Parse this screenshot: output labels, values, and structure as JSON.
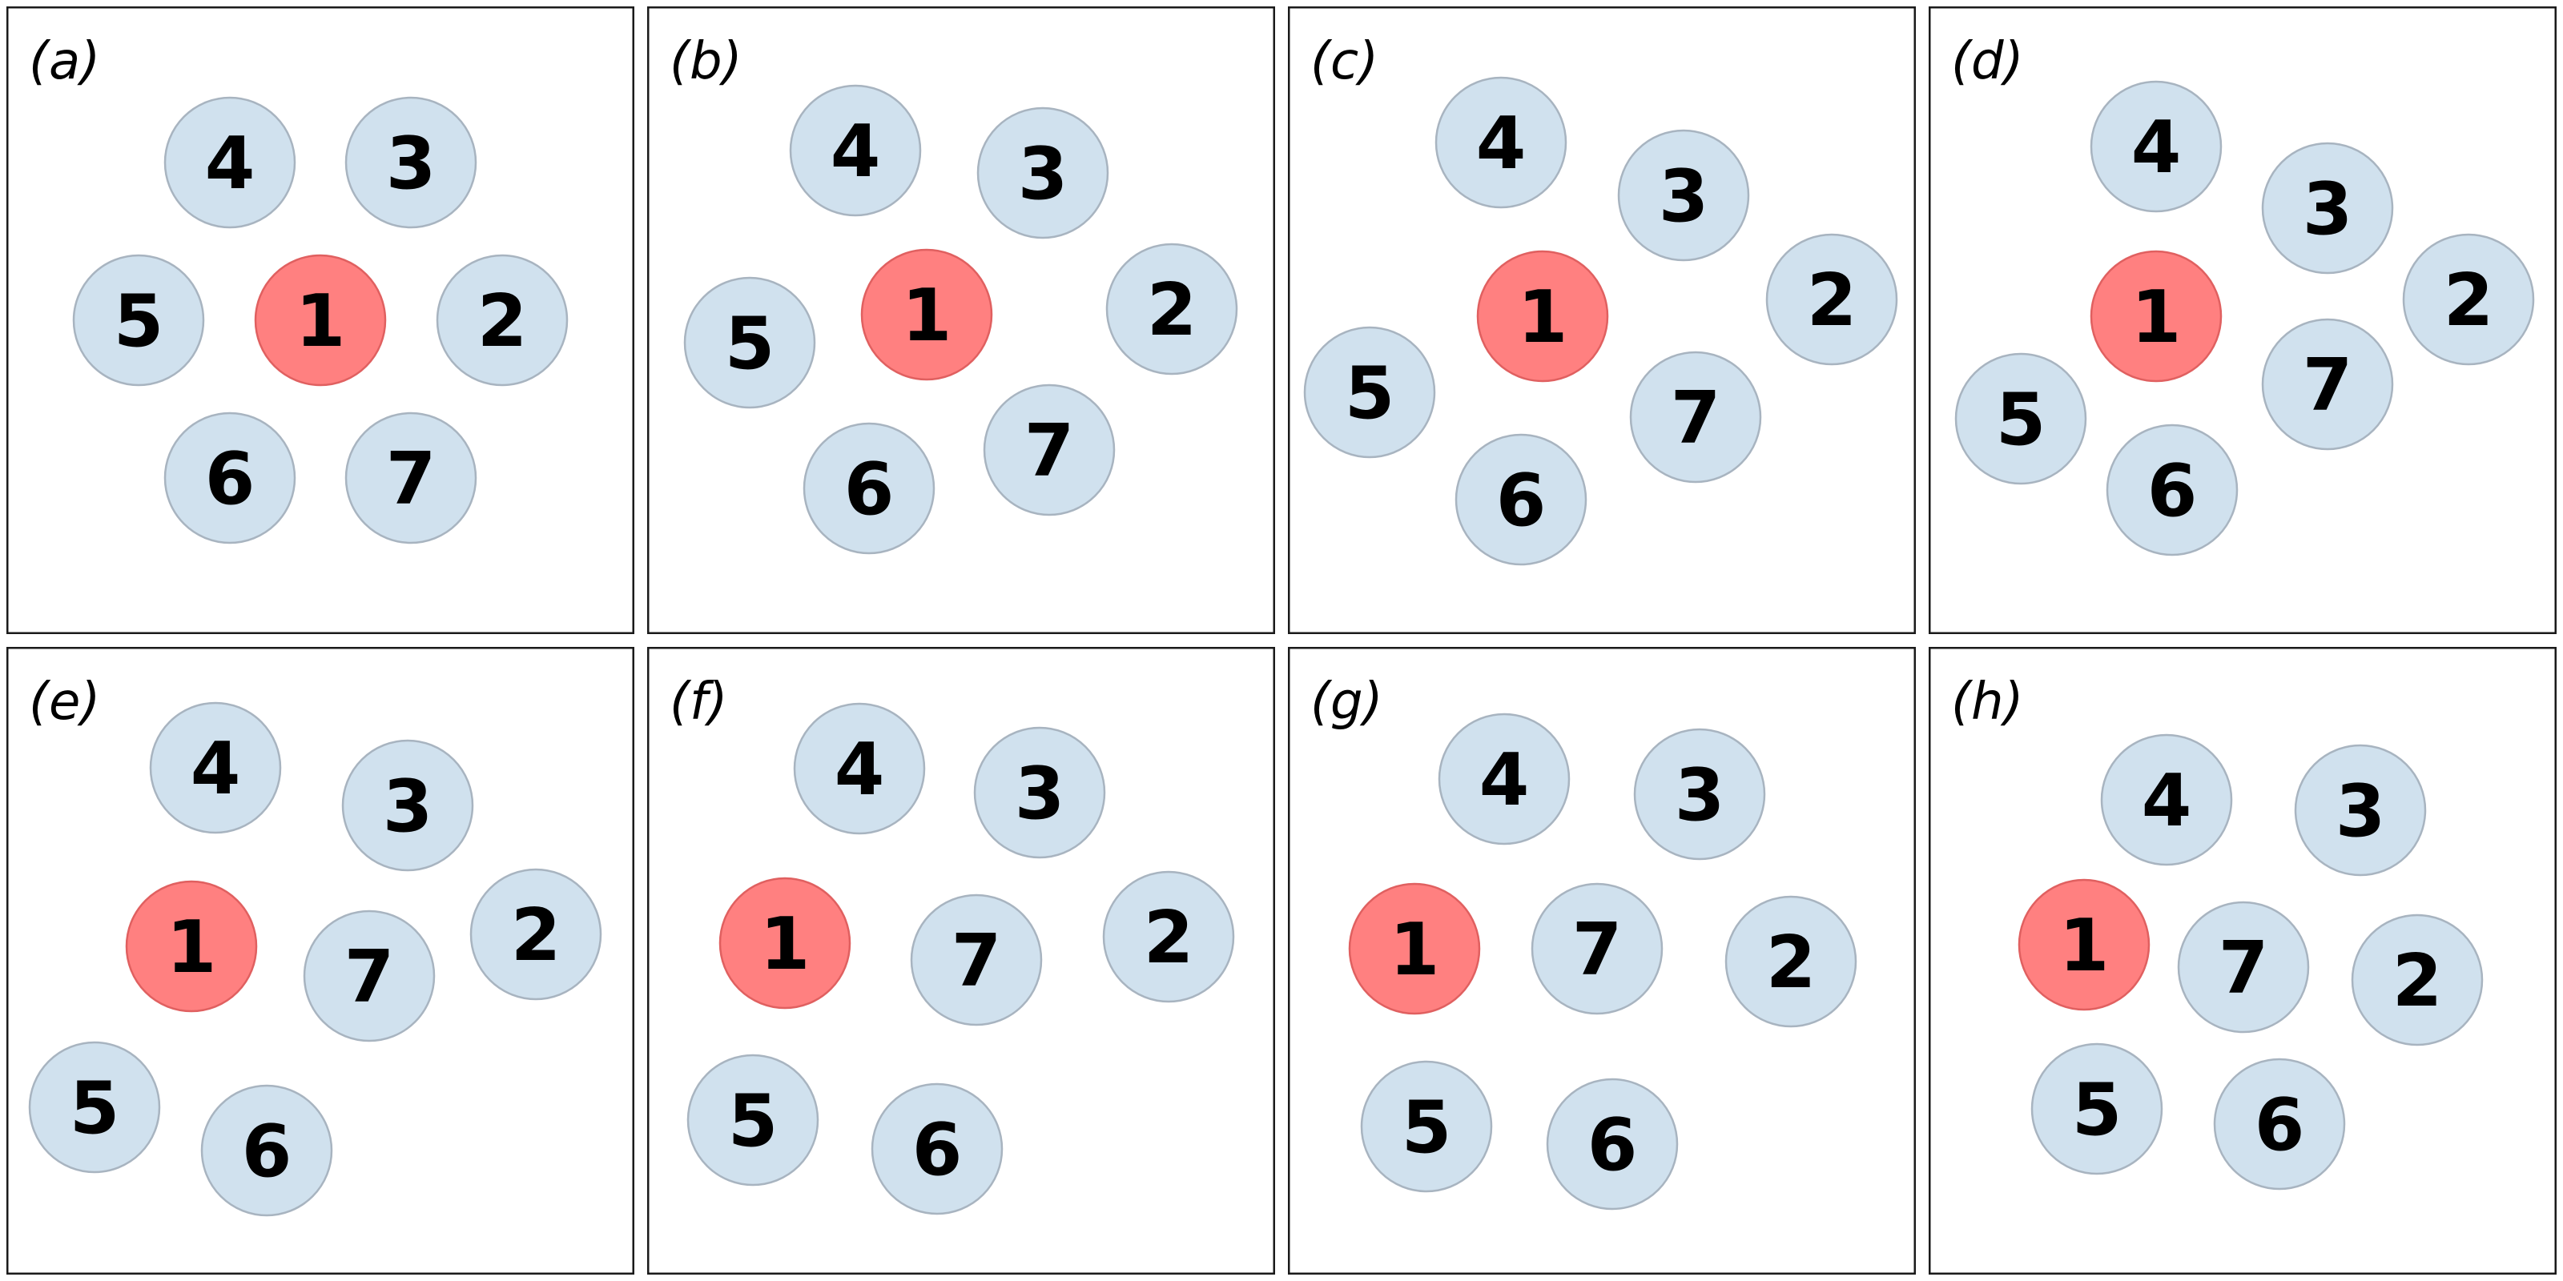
{
  "colors": {
    "highlight_fill": "#ff8080",
    "highlight_stroke": "#e06060",
    "normal_fill": "#d0e1ee",
    "normal_stroke": "#a8b4c0",
    "frame_stroke": "#1a1a1a"
  },
  "highlighted_disk": "1",
  "panels": [
    {
      "label": "(a)",
      "disks": [
        {
          "label": "1"
        },
        {
          "label": "2"
        },
        {
          "label": "3"
        },
        {
          "label": "4"
        },
        {
          "label": "5"
        },
        {
          "label": "6"
        },
        {
          "label": "7"
        }
      ]
    },
    {
      "label": "(b)",
      "disks": [
        {
          "label": "1"
        },
        {
          "label": "2"
        },
        {
          "label": "3"
        },
        {
          "label": "4"
        },
        {
          "label": "5"
        },
        {
          "label": "6"
        },
        {
          "label": "7"
        }
      ]
    },
    {
      "label": "(c)",
      "disks": [
        {
          "label": "1"
        },
        {
          "label": "2"
        },
        {
          "label": "3"
        },
        {
          "label": "4"
        },
        {
          "label": "5"
        },
        {
          "label": "6"
        },
        {
          "label": "7"
        }
      ]
    },
    {
      "label": "(d)",
      "disks": [
        {
          "label": "1"
        },
        {
          "label": "2"
        },
        {
          "label": "3"
        },
        {
          "label": "4"
        },
        {
          "label": "5"
        },
        {
          "label": "6"
        },
        {
          "label": "7"
        }
      ]
    },
    {
      "label": "(e)",
      "disks": [
        {
          "label": "1"
        },
        {
          "label": "2"
        },
        {
          "label": "3"
        },
        {
          "label": "4"
        },
        {
          "label": "5"
        },
        {
          "label": "6"
        },
        {
          "label": "7"
        }
      ]
    },
    {
      "label": "(f)",
      "disks": [
        {
          "label": "1"
        },
        {
          "label": "2"
        },
        {
          "label": "3"
        },
        {
          "label": "4"
        },
        {
          "label": "5"
        },
        {
          "label": "6"
        },
        {
          "label": "7"
        }
      ]
    },
    {
      "label": "(g)",
      "disks": [
        {
          "label": "1"
        },
        {
          "label": "2"
        },
        {
          "label": "3"
        },
        {
          "label": "4"
        },
        {
          "label": "5"
        },
        {
          "label": "6"
        },
        {
          "label": "7"
        }
      ]
    },
    {
      "label": "(h)",
      "disks": [
        {
          "label": "1"
        },
        {
          "label": "2"
        },
        {
          "label": "3"
        },
        {
          "label": "4"
        },
        {
          "label": "5"
        },
        {
          "label": "6"
        },
        {
          "label": "7"
        }
      ]
    }
  ]
}
